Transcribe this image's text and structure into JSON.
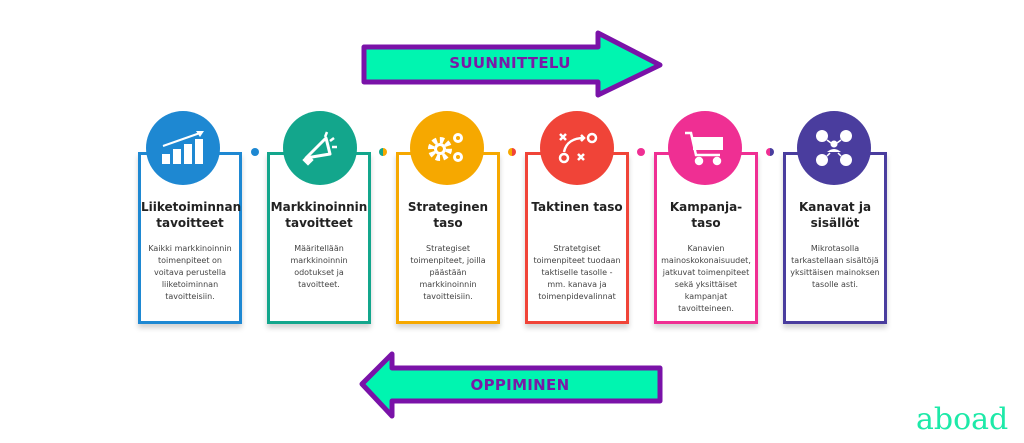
{
  "top_arrow": {
    "label": "SUUNNITTELU",
    "direction": "right"
  },
  "bottom_arrow": {
    "label": "OPPIMINEN",
    "direction": "left"
  },
  "colors": {
    "arrow_fill": "#00f5b0",
    "arrow_border": "#7a12a8"
  },
  "steps": [
    {
      "icon": "bar-chart-growth-icon",
      "color": "#1e88d2",
      "title": "Liiketoiminnan tavoitteet",
      "description": "Kaikki markkinoinnin toimenpiteet on voitava perustella liiketoiminnan tavoitteisiin."
    },
    {
      "icon": "megaphone-icon",
      "color": "#13a68c",
      "title": "Markkinoinnin tavoitteet",
      "description": "Määritellään markkinoinnin odotukset ja tavoitteet."
    },
    {
      "icon": "gears-icon",
      "color": "#f6a800",
      "title": "Strateginen taso",
      "description": "Strategiset toimenpiteet, joilla päästään markkinoinnin tavoitteisiin."
    },
    {
      "icon": "tactics-play-icon",
      "color": "#f04438",
      "title": "Taktinen taso",
      "description": "Stratetgiset toimenpiteet tuodaan taktiselle tasolle - mm. kanava ja toimenpidevalinnat"
    },
    {
      "icon": "shopping-cart-icon",
      "color": "#ef2f93",
      "title": "Kampanja-taso",
      "description": "Kanavien mainoskokonaisuudet, jatkuvat toimenpiteet sekä yksittäiset kampanjat tavoitteineen."
    },
    {
      "icon": "social-network-icon",
      "color": "#4a3d9e",
      "title": "Kanavat ja sisällöt",
      "description": "Mikrotasolla tarkastellaan sisältöjä yksittäisen mainoksen tasolle asti."
    }
  ],
  "logo": {
    "text": "aboad"
  }
}
